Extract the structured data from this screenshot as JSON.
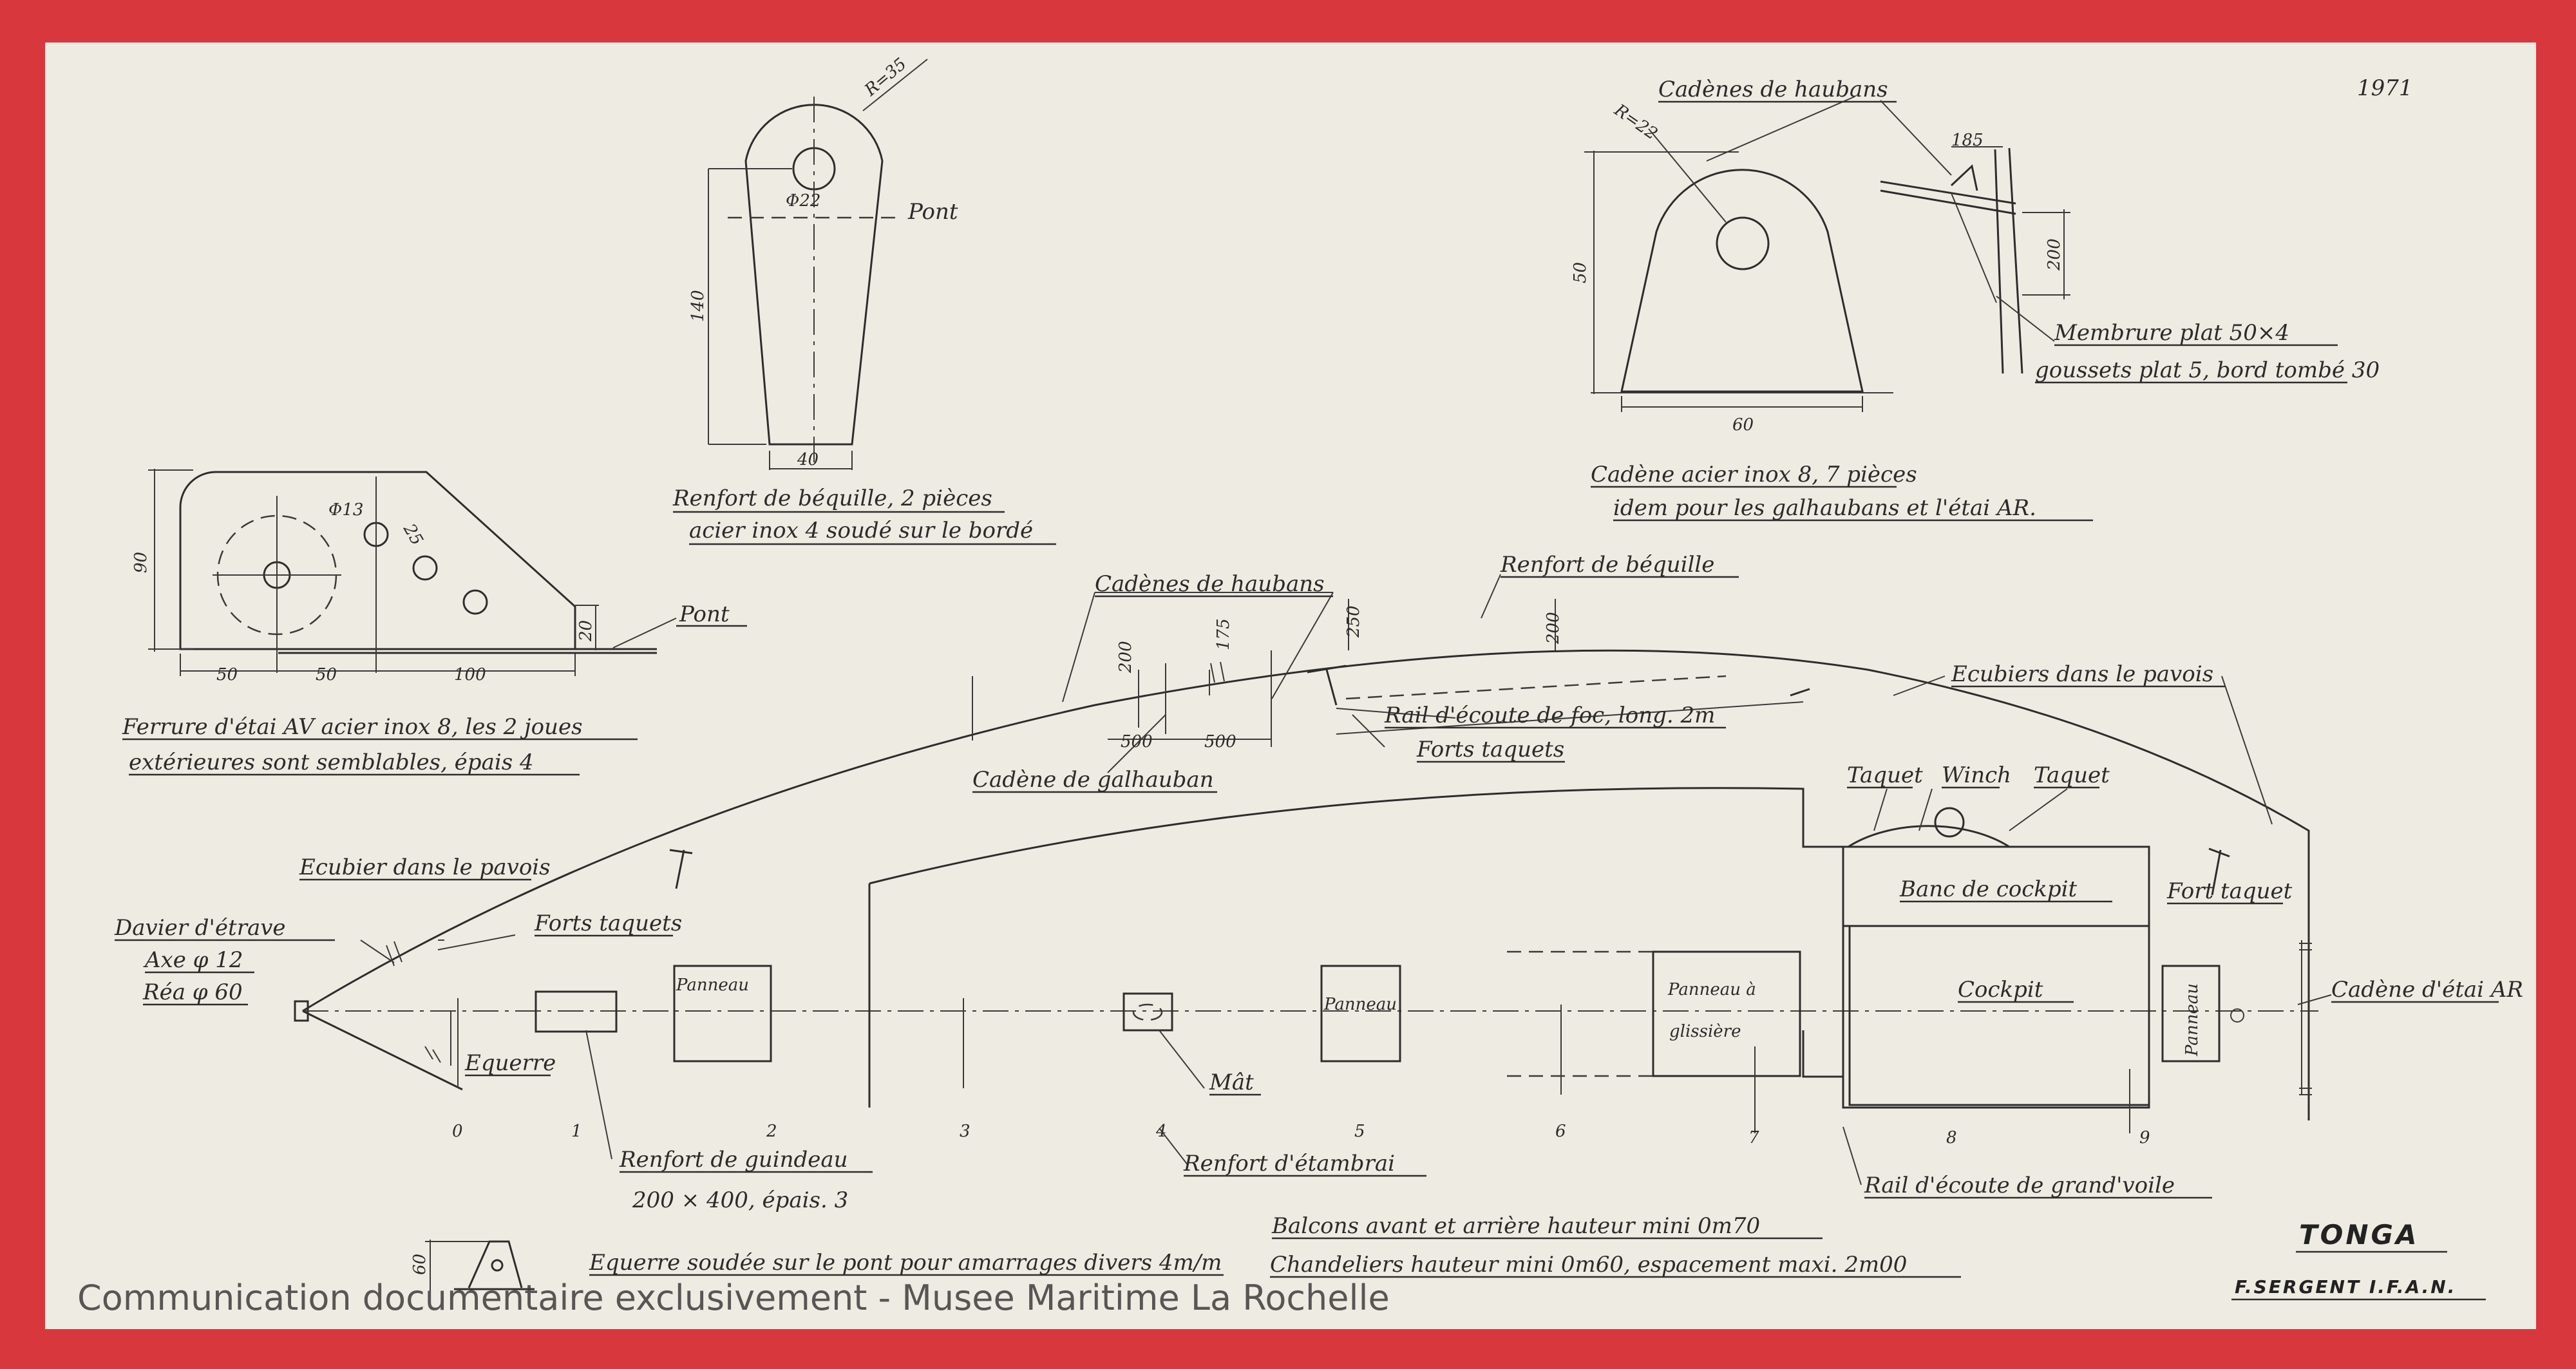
{
  "year": "1971",
  "labels": {
    "pont_top": "Pont",
    "r35": "R=35",
    "phi22": "Φ22",
    "dim140": "140",
    "dim40": "40",
    "renfort_beq_1": "Renfort de béquille, 2 pièces",
    "renfort_beq_2": "acier inox 4 soudé sur le bordé",
    "cadenes_haubans_top": "Cadènes de haubans",
    "r22": "R=22",
    "dim50": "50",
    "dim60": "60",
    "dim185": "185",
    "dim200_right": "200",
    "membrure_1": "Membrure plat 50×4",
    "membrure_2": "goussets plat 5, bord tombé 30",
    "cadene_1": "Cadène acier inox 8, 7 pièces",
    "cadene_2": "idem pour les galhaubans et l'étai AR.",
    "dim90": "90",
    "phi13": "Φ13",
    "dim25": "25",
    "dim20": "20",
    "pont_left": "Pont",
    "dim50a": "50",
    "dim50b": "50",
    "dim100": "100",
    "ferrure_1": "Ferrure d'étai AV acier inox 8, les 2 joues",
    "ferrure_2": "extérieures sont semblables, épais 4",
    "cadenes_hauban_mid": "Cadènes de haubans",
    "renfort_beq_mid": "Renfort de béquille",
    "dim200_a": "200",
    "dim175": "175",
    "dim250": "250",
    "dim200_b": "200",
    "dim500_a": "500",
    "dim500_b": "500",
    "rail_foc": "Rail d'écoute de foc, long. 2m",
    "forts_taquets_mid": "Forts taquets",
    "cadene_galhauban": "Cadène de galhauban",
    "ecubiers_pavois_right": "Ecubiers dans le pavois",
    "taquet_left": "Taquet",
    "winch": "Winch",
    "taquet_right": "Taquet",
    "ecubier_pavois_left": "Ecubier dans le pavois",
    "forts_taquets_left": "Forts taquets",
    "davier_1": "Davier d'étrave",
    "davier_2": "Axe φ 12",
    "davier_3": "Réa φ 60",
    "equerre": "Equerre",
    "panneau_1": "Panneau",
    "mat": "Mât",
    "panneau_2": "Panneau",
    "panneau_glissiere_1": "Panneau à",
    "panneau_glissiere_2": "glissière",
    "banc_cockpit": "Banc de cockpit",
    "cockpit": "Cockpit",
    "panneau_3": "Panneau",
    "fort_taquet_right": "Fort taquet",
    "cadene_etai_ar": "Cadène d'étai AR",
    "st0": "0",
    "st1": "1",
    "st2": "2",
    "st3": "3",
    "st4": "4",
    "st5": "5",
    "st6": "6",
    "st7": "7",
    "st8": "8",
    "st9": "9",
    "renfort_guindeau_1": "Renfort de guindeau",
    "renfort_guindeau_2": "200 × 400, épais. 3",
    "renfort_etambrai": "Renfort d'étambrai",
    "rail_gv": "Rail d'écoute de grand'voile",
    "balcons": "Balcons avant et arrière hauteur mini 0m70",
    "chandeliers": "Chandeliers hauteur mini 0m60, espacement maxi. 2m00",
    "dim60_eq": "60",
    "equerre_note": "Equerre soudée sur le pont pour amarrages divers 4m/m"
  },
  "title_block": {
    "name": "TONGA",
    "author": "F.SERGENT I.F.A.N."
  },
  "watermark": "Communication documentaire exclusivement - Musee Maritime La Rochelle"
}
